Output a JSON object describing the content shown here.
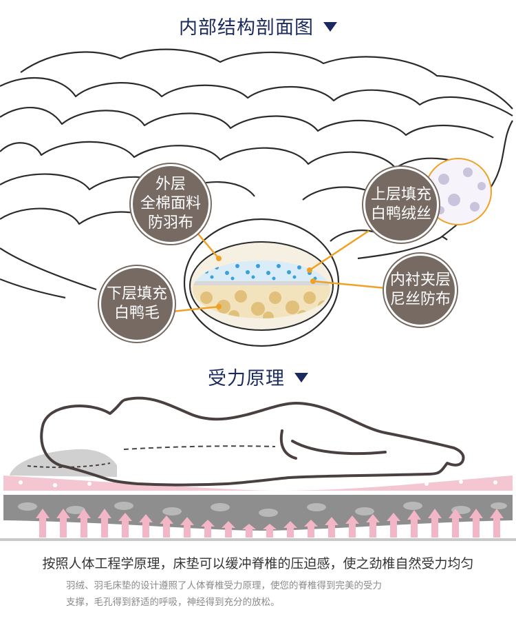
{
  "section1": {
    "title": "内部结构剖面图",
    "callouts": {
      "outer": [
        "外层",
        "全棉面料",
        "防羽布"
      ],
      "upper": [
        "上层填充",
        "白鸭绒丝"
      ],
      "lower": [
        "下层填充",
        "白鸭毛"
      ],
      "lining": [
        "内衬夹层",
        "尼丝防布"
      ]
    }
  },
  "section2": {
    "title": "受力原理",
    "caption": "按照人体工程学原理，床垫可以缓冲脊椎的压迫感，使之劲椎自然受力均匀",
    "description_line1": "羽绒、羽毛床垫的设计遵照了人体脊椎受力原理，使您的脊椎得到完美的受力",
    "description_line2": "支撑，毛孔得到舒适的呼吸，神经得到充分的放松。"
  },
  "colors": {
    "title": "#1b2a5e",
    "bubble": "#776a63",
    "leader": "#f0a023",
    "pink": "#f3c6d1",
    "arrow": "#f2b6c6",
    "outline": "#4a4040"
  }
}
